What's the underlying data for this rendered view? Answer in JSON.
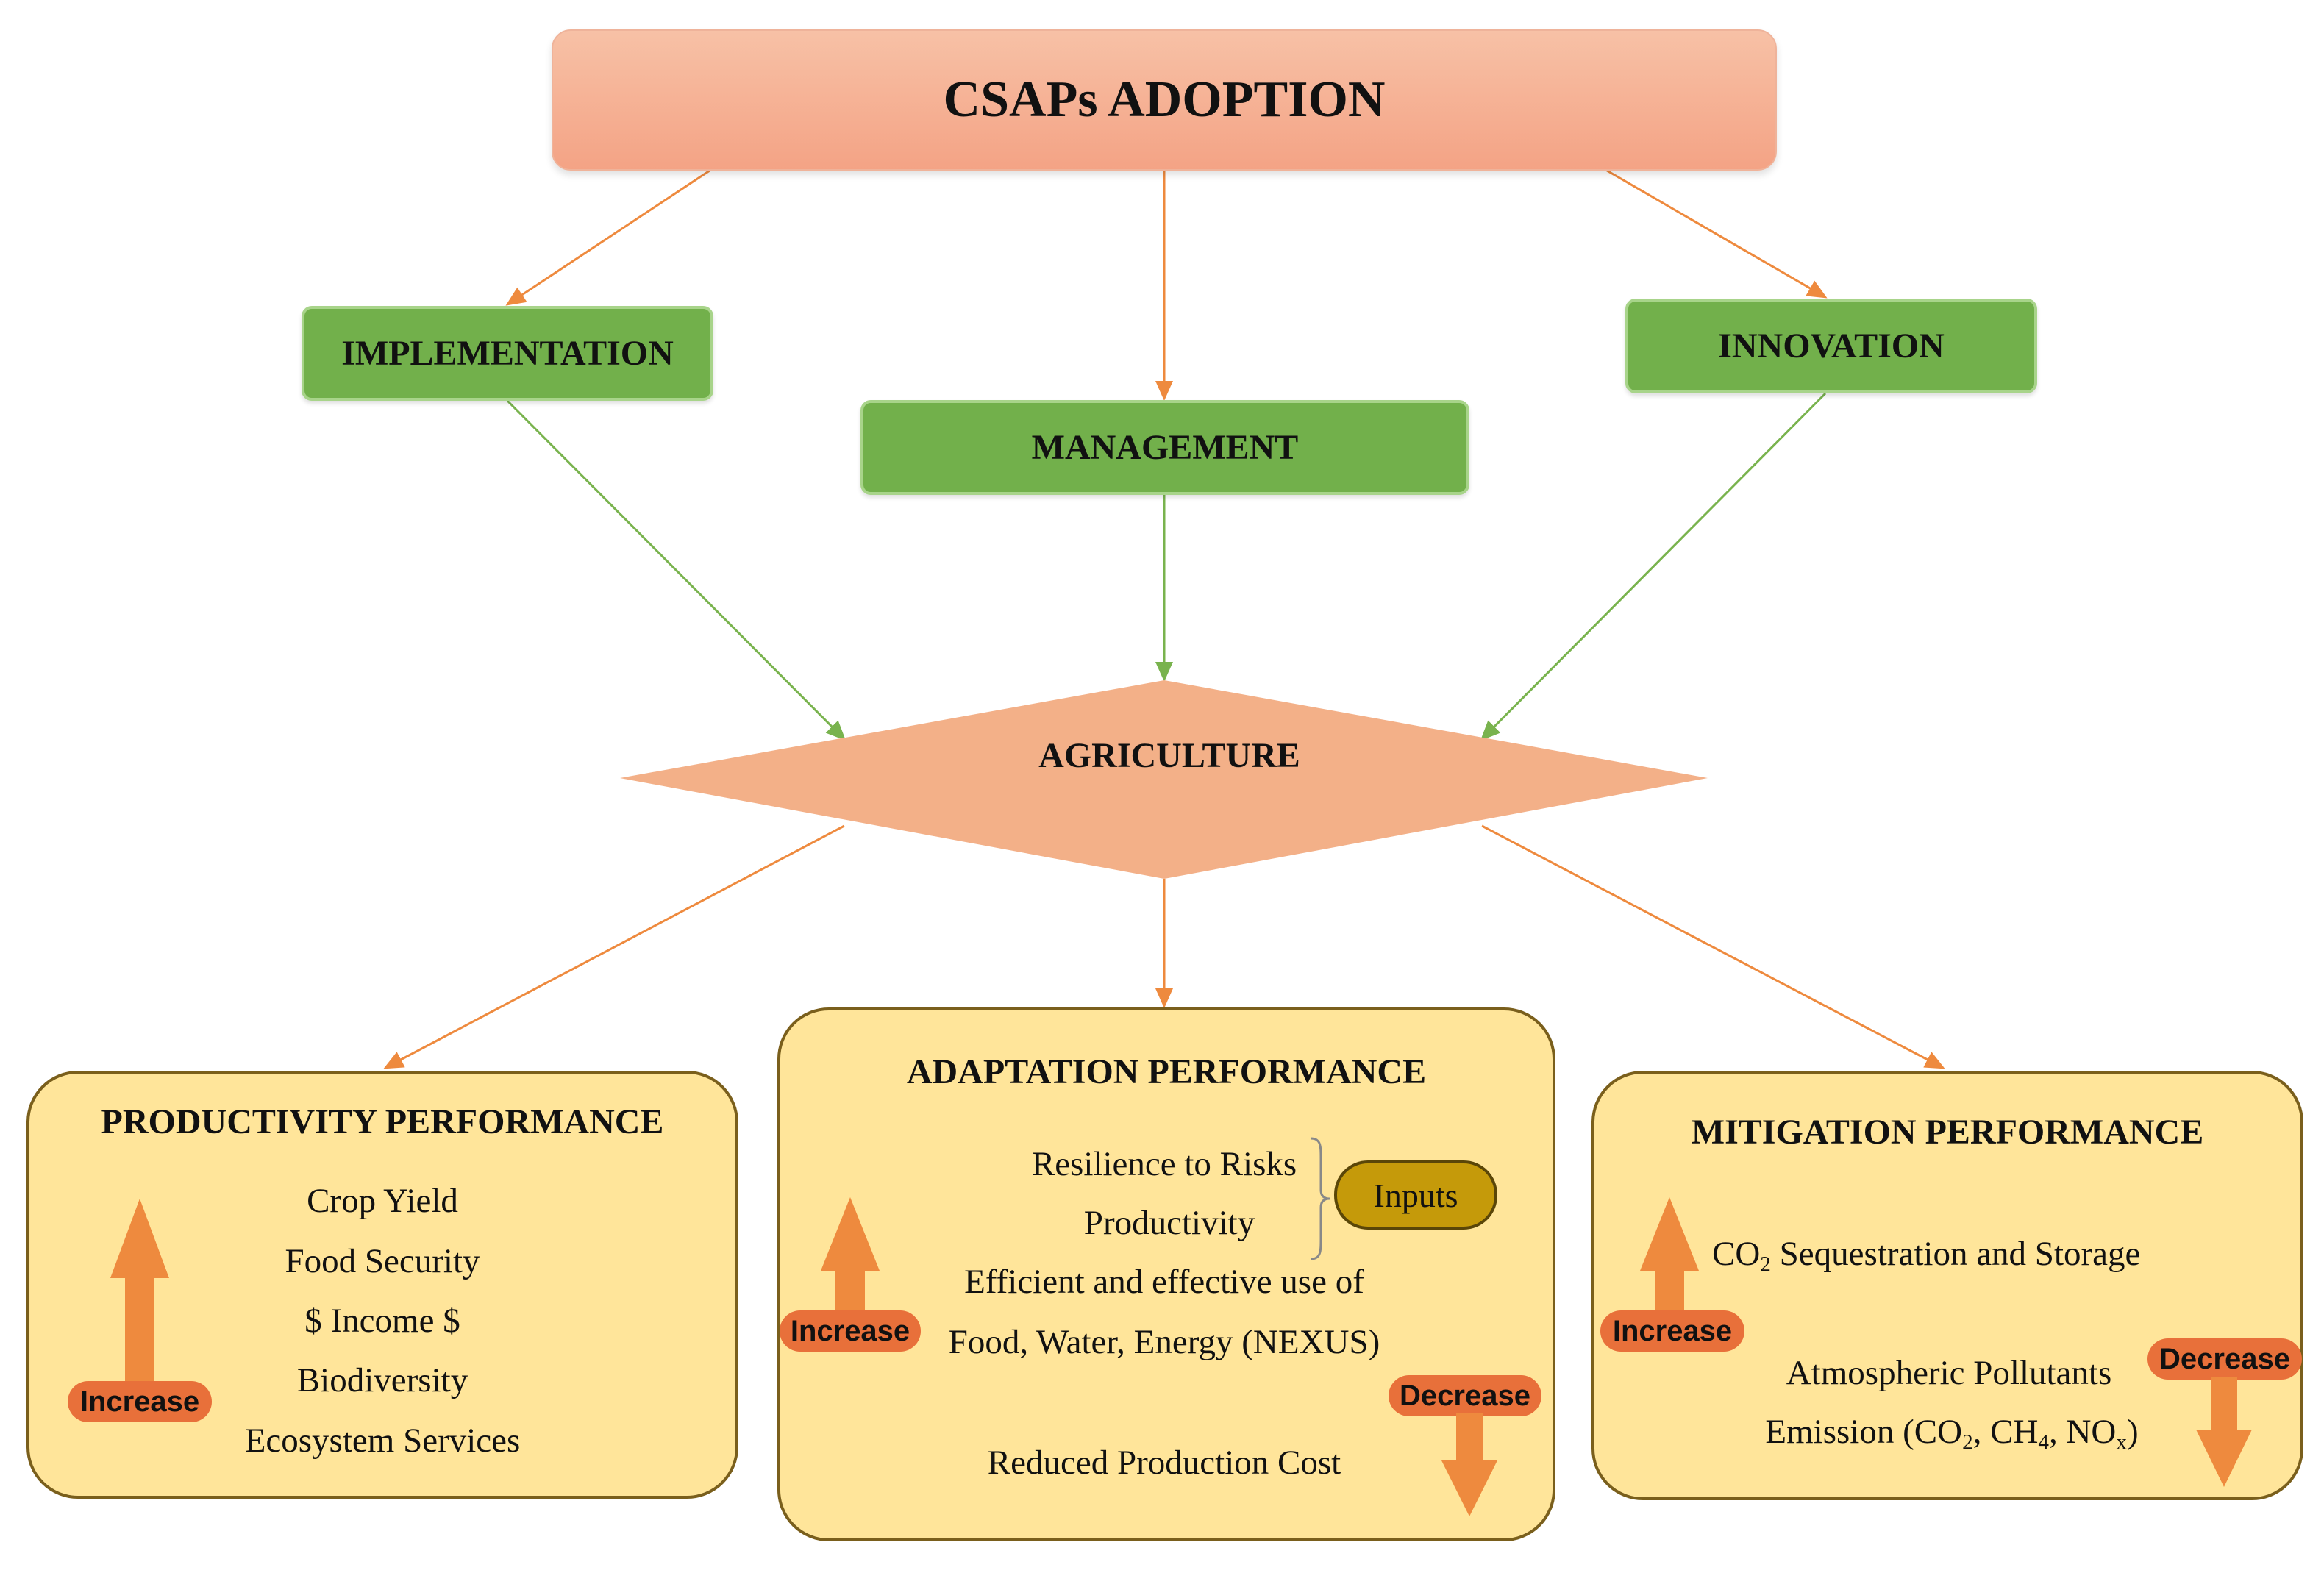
{
  "top": {
    "label": "CSAPs ADOPTION"
  },
  "pillars": {
    "implementation": "IMPLEMENTATION",
    "management": "MANAGEMENT",
    "innovation": "INNOVATION"
  },
  "center": {
    "label": "AGRICULTURE"
  },
  "productivity": {
    "title": "PRODUCTIVITY PERFORMANCE",
    "items": [
      "Crop Yield",
      "Food Security",
      "$ Income $",
      "Biodiversity",
      "Ecosystem Services"
    ],
    "increase_label": "Increase"
  },
  "adaptation": {
    "title": "ADAPTATION PERFORMANCE",
    "resilience": "Resilience to Risks",
    "productivity": "Productivity",
    "inputs_label": "Inputs",
    "efficient_line1": "Efficient and effective use of",
    "efficient_line2": "Food, Water, Energy (NEXUS)",
    "reduced_cost": "Reduced Production Cost",
    "increase_label": "Increase",
    "decrease_label": "Decrease"
  },
  "mitigation": {
    "title": "MITIGATION PERFORMANCE",
    "co2_prefix": "CO",
    "co2_sub": "2",
    "co2_suffix": " Sequestration and Storage",
    "pollutants": "Atmospheric Pollutants",
    "emission_prefix": "Emission (CO",
    "emission_co2_sub": "2",
    "emission_mid1": ", CH",
    "emission_ch4_sub": "4",
    "emission_mid2": ", NO",
    "emission_nox_sub": "x",
    "emission_suffix": ")",
    "increase_label": "Increase",
    "decrease_label": "Decrease"
  },
  "colors": {
    "top_fill": "#f4a385",
    "pillar_fill": "#72b04b",
    "diamond_fill": "#f3b088",
    "panel_fill": "#ffe59a",
    "arrow_orange": "#ee8a3e",
    "arrow_green": "#79b34e",
    "badge_fill": "#e8703a",
    "inputs_fill": "#c59a0a"
  }
}
